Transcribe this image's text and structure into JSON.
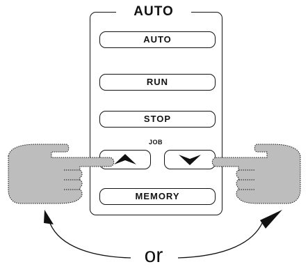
{
  "panel": {
    "title": "AUTO",
    "buttons": {
      "auto": "AUTO",
      "run": "RUN",
      "stop": "STOP",
      "memory": "MEMORY"
    },
    "job_label": "JOB"
  },
  "icons": {
    "up": "chevron-up-icon",
    "down": "chevron-down-icon",
    "left_hand": "pointing-hand-right-icon",
    "right_hand": "pointing-hand-left-icon",
    "arrows": "curved-arrow-icon"
  },
  "caption": {
    "or": "or"
  },
  "colors": {
    "hand_fill": "#bdbdbd",
    "ink": "#111111"
  }
}
